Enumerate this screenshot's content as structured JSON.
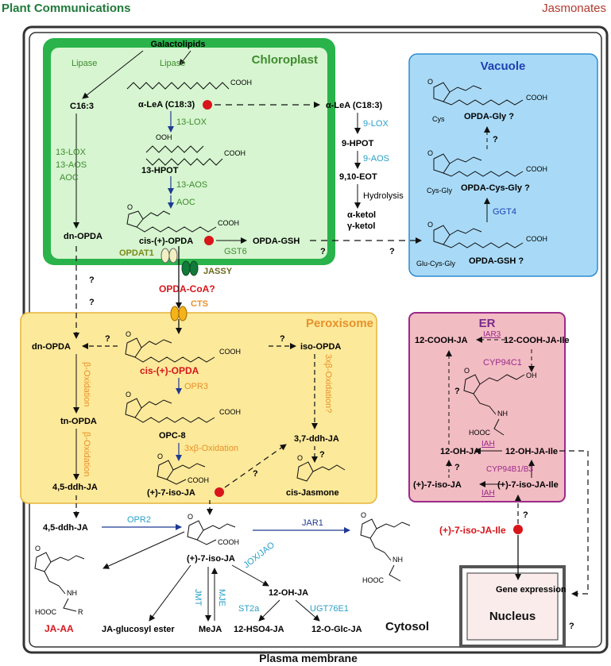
{
  "header": {
    "journal": "Plant Communications",
    "topic": "Jasmonates"
  },
  "compartments": {
    "chloroplast": "Chloroplast",
    "vacuole": "Vacuole",
    "peroxisome": "Peroxisome",
    "er": "ER",
    "nucleus": "Nucleus",
    "cytosol": "Cytosol",
    "plasma_membrane": "Plasma membrane"
  },
  "chloroplast": {
    "galactolipids": "Galactolipids",
    "lipase_left": "Lipase",
    "lipase_right": "Lipase",
    "c163": "C16:3",
    "enzymes_left": [
      "13-LOX",
      "13-AOS",
      "AOC"
    ],
    "ala": "α-LeA (C18:3)",
    "lox13": "13-LOX",
    "hpot13": "13-HPOT",
    "aos13": "13-AOS",
    "aoc": "AOC",
    "dn_opda": "dn-OPDA",
    "cis_opda": "cis-(+)-OPDA",
    "opda_gsh": "OPDA-GSH",
    "gst6": "GST6"
  },
  "transport": {
    "opdat1": "OPDAT1",
    "jassy": "JASSY",
    "opda_coa": "OPDA-CoA?",
    "cts": "CTS",
    "q": "?"
  },
  "cyto_top": {
    "ala": "α-LeA (C18:3)",
    "lox9": "9-LOX",
    "hpot9": "9-HPOT",
    "aos9": "9-AOS",
    "eot": "9,10-EOT",
    "hydrolysis": "Hydrolysis",
    "aketol": "α-ketol",
    "gketol": "γ-ketol"
  },
  "vacuole": {
    "opda_gly": "OPDA-Gly ?",
    "opda_cysgly": "OPDA-Cys-Gly ?",
    "opda_gsh": "OPDA-GSH ?",
    "ggt4": "GGT4",
    "cys": "Cys",
    "cysgly": "Cys-Gly",
    "glucysgly": "Glu-Cys-Gly"
  },
  "peroxisome": {
    "dn_opda": "dn-OPDA",
    "cis_opda": "cis-(+)-OPDA",
    "iso_opda": "iso-OPDA",
    "opr3": "OPR3",
    "opc8": "OPC-8",
    "beta_ox3": "3xβ-Oxidation",
    "beta_ox3q": "3xβ-Oxidation?",
    "beta_ox_a": "β-Oxidation",
    "beta_ox_b": "β-Oxidation",
    "tn_opda": "tn-OPDA",
    "ddh45": "4,5-ddh-JA",
    "ddh37": "3,7-ddh-JA",
    "iso_ja": "(+)-7-iso-JA",
    "cis_jasmone": "cis-Jasmone"
  },
  "er": {
    "cooh_ja": "12-COOH-JA",
    "cooh_jaile": "12-COOH-JA-Ile",
    "iar3": "IAR3",
    "cyp94c1": "CYP94C1",
    "oh_ja": "12-OH-JA",
    "oh_jaile": "12-OH-JA-Ile",
    "iah1": "IAH",
    "cyp94b": "CYP94B1/B3",
    "iso_ja": "(+)-7-iso-JA",
    "iso_jaile": "(+)-7-iso-JA-Ile",
    "iah2": "IAH"
  },
  "cytosol": {
    "ddh45": "4,5-ddh-JA",
    "opr2": "OPR2",
    "iso_ja": "(+)-7-iso-JA",
    "jar1": "JAR1",
    "jaile": "(+)-7-iso-JA-Ile",
    "ja_aa": "JA-AA",
    "ja_glucosyl": "JA-glucosyl ester",
    "meja": "MeJA",
    "jmt": "JMT",
    "mje": "MJE",
    "jox": "JOX/JAO",
    "oh_ja": "12-OH-JA",
    "st2a": "ST2a",
    "ugt": "UGT76E1",
    "hso4": "12-HSO4-JA",
    "oglc": "12-O-Glc-JA",
    "gene_expr": "Gene expression"
  },
  "chem": {
    "cooh": "COOH",
    "ooh": "OOH",
    "oh": "OH",
    "o": "O",
    "nh": "NH",
    "r": "R",
    "hooc": "HOOC"
  }
}
